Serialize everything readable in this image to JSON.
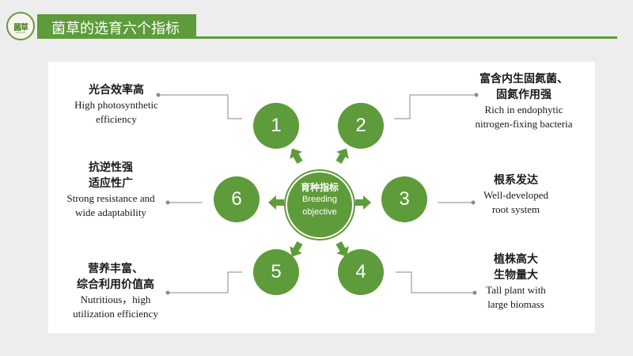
{
  "logo": {
    "text": "菌草",
    "subtext": "JUNCAO"
  },
  "header": {
    "title": "菌草的选育六个指标"
  },
  "center": {
    "cn": "育种指标",
    "en_line1": "Breeding",
    "en_line2": "objective"
  },
  "nodes": [
    {
      "number": "1",
      "cn_line1": "光合效率高",
      "cn_line2": "",
      "en_line1": "High photosynthetic",
      "en_line2": "efficiency"
    },
    {
      "number": "2",
      "cn_line1": "富含内生固氮菌、",
      "cn_line2": "固氮作用强",
      "en_line1": "Rich in endophytic",
      "en_line2": "nitrogen-fixing bacteria"
    },
    {
      "number": "3",
      "cn_line1": "根系发达",
      "cn_line2": "",
      "en_line1": "Well-developed",
      "en_line2": "root system"
    },
    {
      "number": "4",
      "cn_line1": "植株高大",
      "cn_line2": "生物量大",
      "en_line1": "Tall plant with",
      "en_line2": "large biomass"
    },
    {
      "number": "5",
      "cn_line1": "营养丰富、",
      "cn_line2": "综合利用价值高",
      "en_line1": "Nutritious，high",
      "en_line2": "utilization efficiency"
    },
    {
      "number": "6",
      "cn_line1": "抗逆性强",
      "cn_line2": "适应性广",
      "en_line1": "Strong resistance and",
      "en_line2": "wide adaptability"
    }
  ],
  "colors": {
    "accent": "#5e9b3a",
    "connector": "#8a8a8a",
    "background": "#ededed",
    "panel": "#ffffff"
  }
}
